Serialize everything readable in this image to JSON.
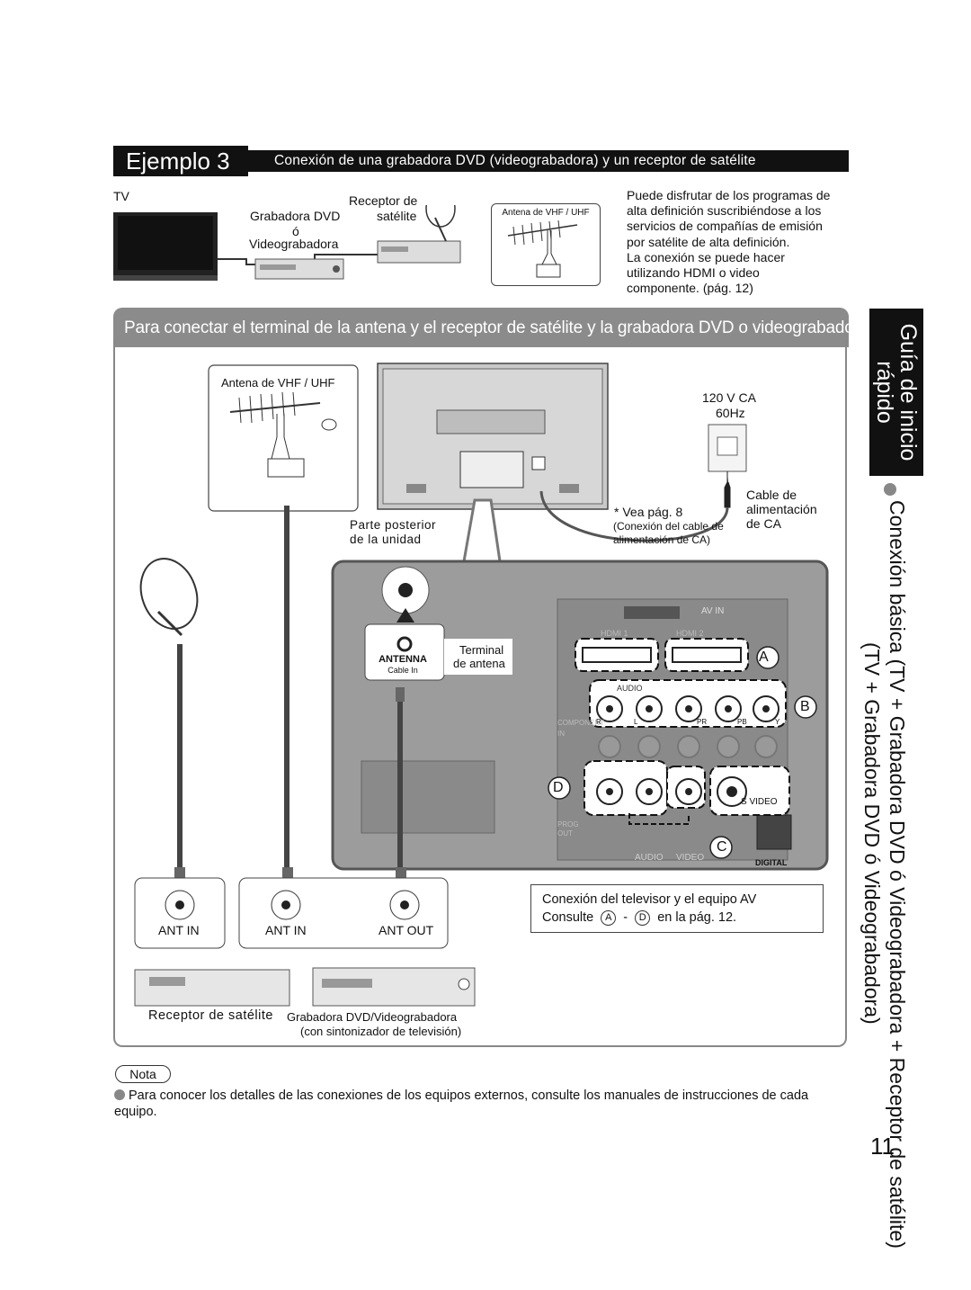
{
  "header": {
    "example_label": "Ejemplo 3",
    "title": "Conexión de una grabadora DVD (videograbadora) y un receptor de satélite"
  },
  "overview": {
    "tv_label": "TV",
    "dvd_label_1": "Grabadora DVD",
    "dvd_label_2": "ó",
    "dvd_label_3": "Videograbadora",
    "receiver_label_1": "Receptor de",
    "receiver_label_2": "satélite",
    "antenna_label": "Antena de VHF / UHF",
    "blurb": [
      "Puede disfrutar de los programas de",
      "alta definición suscribiéndose a los",
      "servicios de compañías de emisión",
      "por satélite de alta definición.",
      "La conexión se puede hacer",
      "utilizando HDMI o video",
      "componente. (pág. 12)"
    ]
  },
  "section_bar": "Para conectar el terminal de la antena y el receptor de satélite y la grabadora DVD o videograbadora",
  "diagram": {
    "antenna_label": "Antena de VHF / UHF",
    "power_1": "120 V CA",
    "power_2": "60Hz",
    "cable_1": "Cable de",
    "cable_2": "alimentación",
    "cable_3": "de CA",
    "vea": "* Vea pág. 8",
    "vea_sub_1": "(Conexión del cable de",
    "vea_sub_2": "alimentación de CA)",
    "rear_1": "Parte posterior",
    "rear_2": "de la unidad",
    "antenna_badge": "ANTENNA",
    "cable_in": "Cable  In",
    "terminal_1": "Terminal",
    "terminal_2": "de antena",
    "hdmi1": "HDMI 1",
    "hdmi2": "HDMI 2",
    "av_in": "AV IN",
    "audio": "AUDIO",
    "component": "COMPONENT",
    "in": "IN",
    "svideo": "S VIDEO",
    "prog_out": "PROG OUT",
    "audio_bottom": "AUDIO",
    "video_bottom": "VIDEO",
    "digital": "DIGITAL",
    "port_letters": [
      "R",
      "L",
      "PR",
      "PB",
      "Y"
    ],
    "markers": [
      "A",
      "B",
      "C",
      "D"
    ],
    "ant_in_1": "ANT IN",
    "ant_in_2": "ANT IN",
    "ant_out": "ANT OUT",
    "receiver": "Receptor de satélite",
    "dvd_1": "Grabadora DVD/Videograbadora",
    "dvd_2": "(con sintonizador de televisión)",
    "info_1": "Conexión del televisor y el equipo AV",
    "info_2a": "Consulte",
    "info_2b": "A",
    "info_2c": "-",
    "info_2d": "D",
    "info_2e": "en la pág. 12."
  },
  "side": {
    "tab": "Guía de inicio\nrápido",
    "vertical_1": "Conexión básica (TV + Grabadora DVD ó Videograbadora + Receptor de satélite)",
    "vertical_2": "(TV + Grabadora DVD ó Videograbadora)"
  },
  "note": {
    "label": "Nota",
    "text": "Para conocer los detalles de las conexiones de los equipos externos, consulte los manuales de instrucciones de cada equipo."
  },
  "page_number": "11"
}
